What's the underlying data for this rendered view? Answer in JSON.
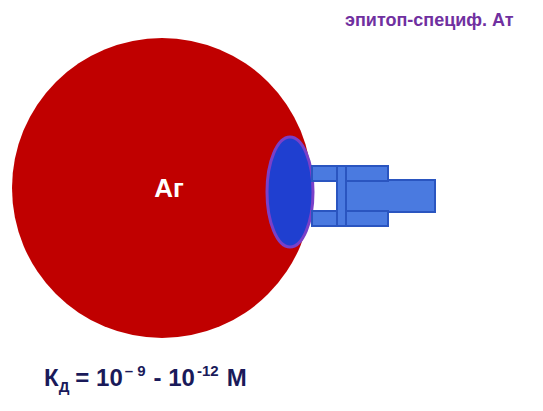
{
  "diagram": {
    "nodes": [
      {
        "text": [
          "Аг"
        ]
      }
    ],
    "labels": [
      "эпитоп-специф. Ат",
      "К",
      "Д",
      "= 10",
      "– 9",
      "- 10",
      "-12",
      "M"
    ]
  }
}
